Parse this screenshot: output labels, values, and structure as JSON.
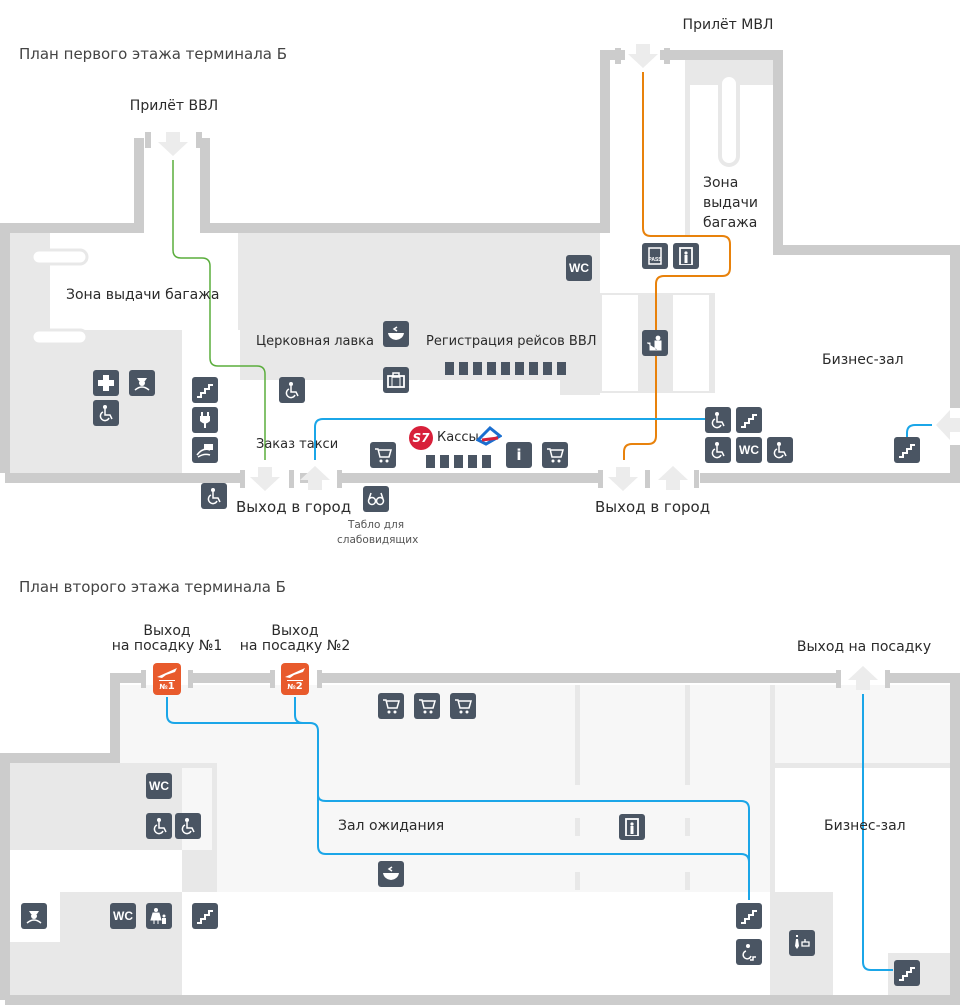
{
  "floor1": {
    "title": "План первого этажа терминала Б",
    "labels": {
      "arrival_domestic": "Прилёт ВВЛ",
      "arrival_international": "Прилёт МВЛ",
      "baggage_claim_left": "Зона выдачи багажа",
      "baggage_claim_right_1": "Зона",
      "baggage_claim_right_2": "выдачи",
      "baggage_claim_right_3": "багажа",
      "church_shop": "Церковная лавка",
      "checkin_domestic": "Регистрация рейсов ВВЛ",
      "taxi": "Заказ такси",
      "ticket_office": "Кассы",
      "exit_city_left": "Выход в город",
      "exit_city_right": "Выход в город",
      "business_lounge": "Бизнес-зал",
      "board_visually_impaired_1": "Табло для",
      "board_visually_impaired_2": "слабовидящих"
    },
    "checkin_desks_count": 9,
    "ticket_desks_count": 5,
    "icons": {
      "wc": "WC",
      "info": "i"
    },
    "routes": [
      {
        "name": "arrival-domestic-route",
        "color": "#5aad3c"
      },
      {
        "name": "arrival-international-route",
        "color": "#e8820c"
      },
      {
        "name": "exit-route",
        "color": "#1ba6e8"
      }
    ]
  },
  "floor2": {
    "title": "План второго этажа терминала Б",
    "labels": {
      "gate1_line1": "Выход",
      "gate1_line2": "на посадку №1",
      "gate2_line1": "Выход",
      "gate2_line2": "на посадку №2",
      "boarding_exit": "Выход на посадку",
      "waiting_hall": "Зал ожидания",
      "business_lounge": "Бизнес-зал"
    },
    "gates": [
      {
        "prefix": "№",
        "number": "1"
      },
      {
        "prefix": "№",
        "number": "2"
      }
    ],
    "icons": {
      "wc": "WC"
    },
    "routes": [
      {
        "name": "boarding-route",
        "color": "#1ba6e8"
      }
    ]
  },
  "colors": {
    "wall": "#cccccc",
    "zone_grey": "#e8e8e8",
    "zone_light": "#f7f7f7",
    "icon_bg": "#4a5563",
    "gate_orange": "#e85a2c",
    "s7_red": "#d8203a"
  }
}
